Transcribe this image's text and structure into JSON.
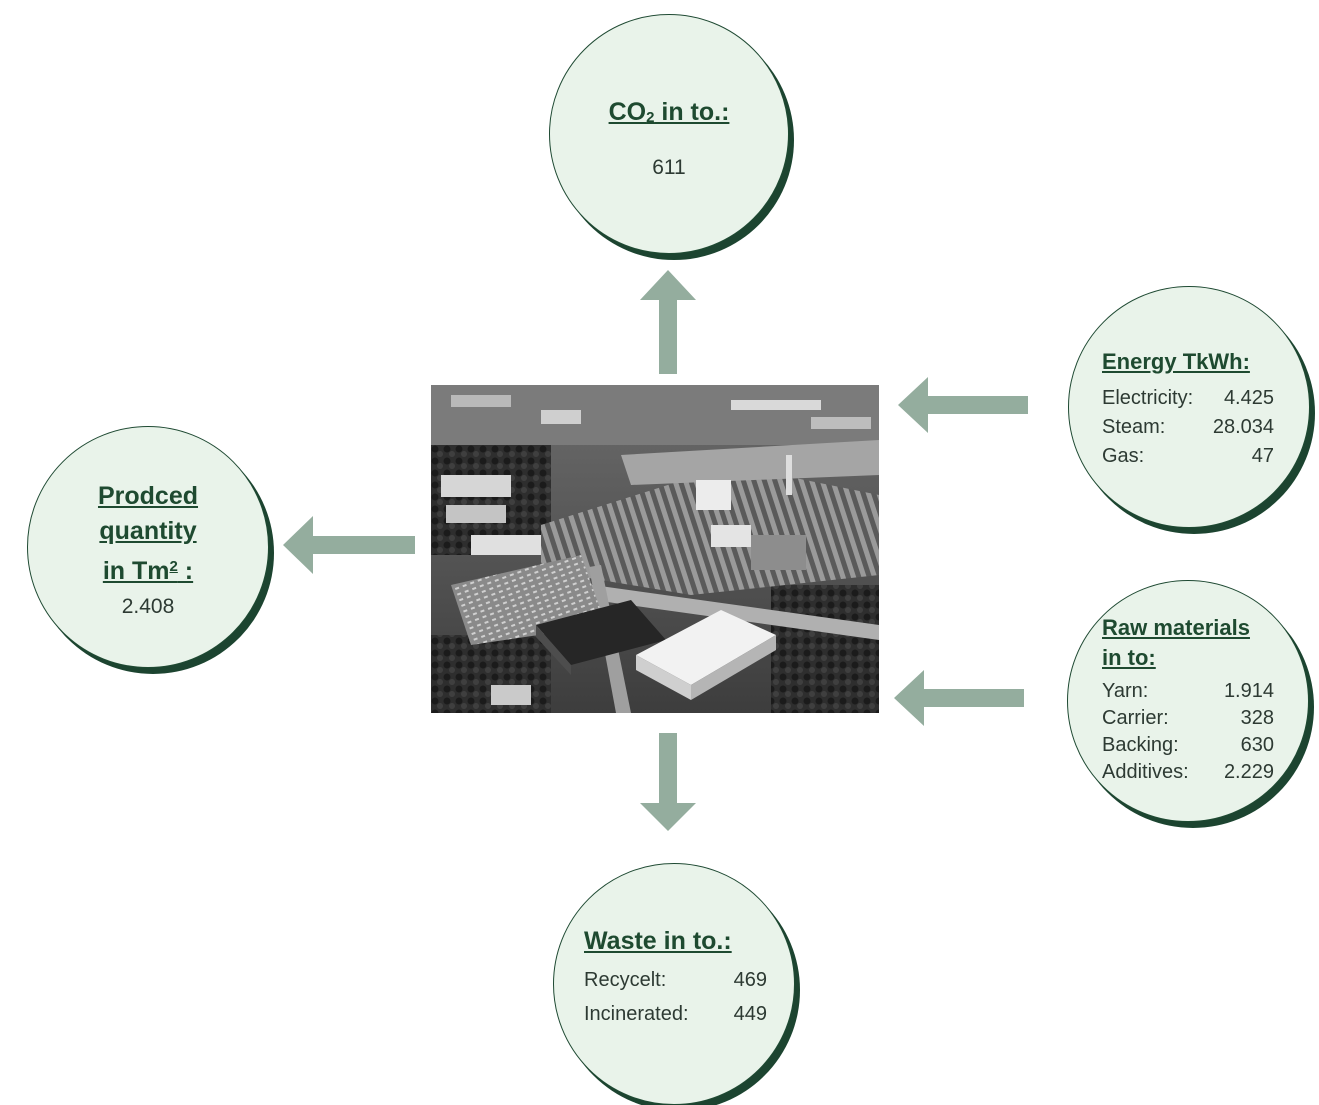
{
  "co2": {
    "title_prefix": "CO",
    "title_sub": "2",
    "title_suffix": " in to.:",
    "value": "611"
  },
  "produced": {
    "title_line1": "Prodced",
    "title_line2": "quantity",
    "title_line3_prefix": "in Tm",
    "title_line3_sup": "2",
    "title_line3_suffix": " :",
    "value": "2.408"
  },
  "energy": {
    "title": "Energy TkWh:",
    "rows": [
      {
        "label": "Electricity:",
        "value": "4.425"
      },
      {
        "label": "Steam:",
        "value": "28.034"
      },
      {
        "label": "Gas:",
        "value": "47"
      }
    ]
  },
  "raw_materials": {
    "title_line1": "Raw materials",
    "title_line2": "in to:",
    "rows": [
      {
        "label": "Yarn:",
        "value": "1.914"
      },
      {
        "label": "Carrier:",
        "value": "328"
      },
      {
        "label": "Backing:",
        "value": "630"
      },
      {
        "label": "Additives:",
        "value": "2.229"
      }
    ]
  },
  "waste": {
    "title": "Waste in to.:",
    "rows": [
      {
        "label": "Recycelt:",
        "value": "469"
      },
      {
        "label": "Incinerated:",
        "value": "449"
      }
    ]
  },
  "colors": {
    "circle_fill": "#e9f3ea",
    "circle_shadow": "#1c4430",
    "title_text": "#1e4a30",
    "arrow": "#94ad9e"
  },
  "icons": {
    "center_image": "aerial-factory-photo"
  }
}
